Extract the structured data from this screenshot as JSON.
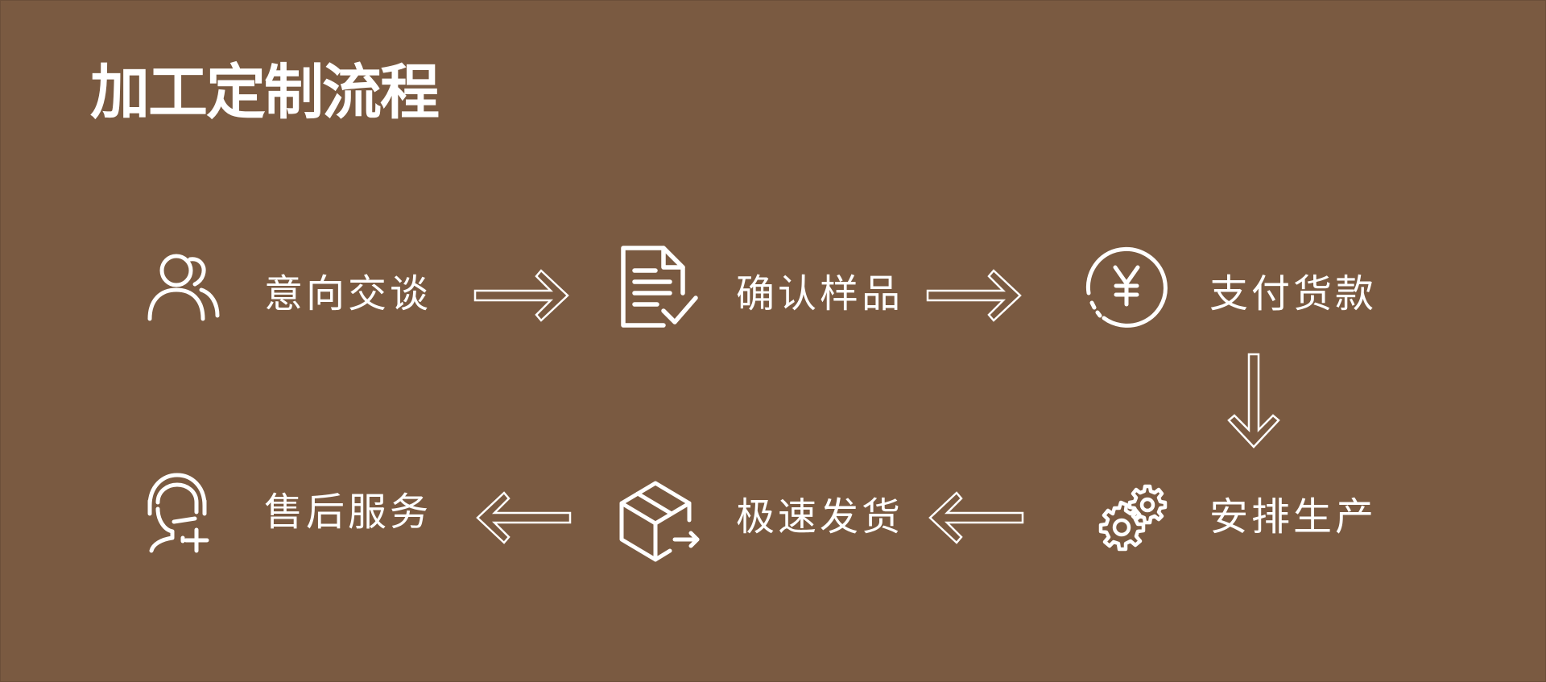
{
  "page": {
    "title": "加工定制流程",
    "background_color": "#7a5a41",
    "foreground_color": "#ffffff"
  },
  "steps": [
    {
      "label": "意向交谈",
      "icon": "users-icon"
    },
    {
      "label": "确认样品",
      "icon": "document-check-icon"
    },
    {
      "label": "支付货款",
      "icon": "yuan-coin-icon"
    },
    {
      "label": "安排生产",
      "icon": "gears-icon"
    },
    {
      "label": "极速发货",
      "icon": "shipping-box-icon"
    },
    {
      "label": "售后服务",
      "icon": "headset-support-icon"
    }
  ]
}
